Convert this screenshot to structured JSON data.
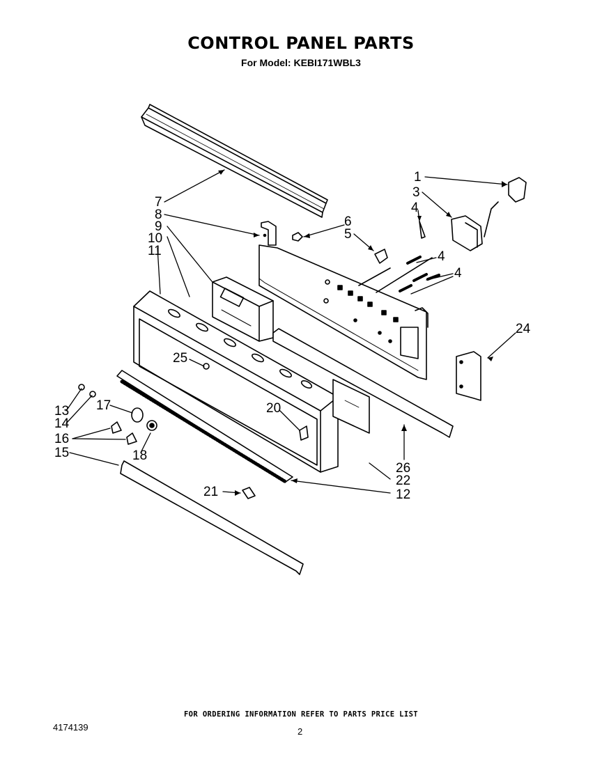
{
  "header": {
    "title": "CONTROL PANEL PARTS",
    "subtitle": "For Model: KEBI171WBL3"
  },
  "callouts": [
    "1",
    "3",
    "4",
    "5",
    "6",
    "4",
    "4",
    "7",
    "8",
    "9",
    "10",
    "11",
    "24",
    "25",
    "20",
    "13",
    "14",
    "17",
    "16",
    "15",
    "18",
    "26",
    "22",
    "21",
    "12"
  ],
  "footer": {
    "ordering_note": "FOR ORDERING INFORMATION REFER TO PARTS PRICE LIST",
    "doc_number": "4174139",
    "page_number": "2"
  }
}
